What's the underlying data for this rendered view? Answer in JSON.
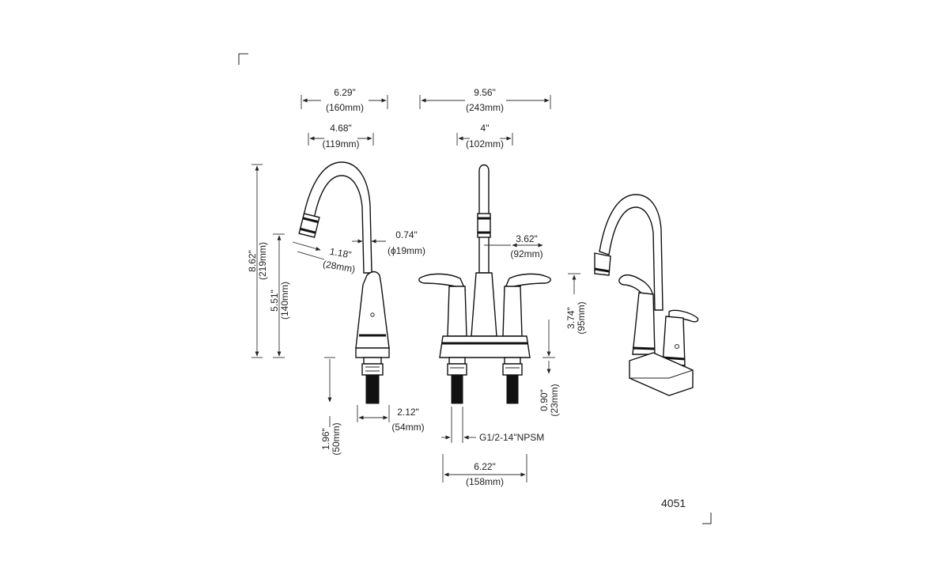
{
  "model_number": "4051",
  "side_view": {
    "overall_depth": {
      "in": "6.29\"",
      "mm": "(160mm)"
    },
    "spout_reach": {
      "in": "4.68\"",
      "mm": "(119mm)"
    },
    "overall_height": {
      "in": "8.62\"",
      "mm": "(219mm)"
    },
    "spout_height": {
      "in": "5.51\"",
      "mm": "(140mm)"
    },
    "aerator_offset": {
      "in": "1.18\"",
      "mm": "(28mm)"
    },
    "spout_diameter": {
      "in": "0.74\"",
      "mm": "(ϕ19mm)"
    },
    "shank_length": {
      "in": "1.96\"",
      "mm": "(50mm)"
    },
    "base_depth": {
      "in": "2.12\"",
      "mm": "(54mm)"
    }
  },
  "front_view": {
    "overall_width": {
      "in": "9.56\"",
      "mm": "(243mm)"
    },
    "center_spread": {
      "in": "4\"",
      "mm": "(102mm)"
    },
    "handle_reach": {
      "in": "3.62\"",
      "mm": "(92mm)"
    },
    "handle_height": {
      "in": "3.74\"",
      "mm": "(95mm)"
    },
    "base_thickness": {
      "in": "0.90\"",
      "mm": "(23mm)"
    },
    "thread_spec": "G1/2-14\"NPSM",
    "base_width": {
      "in": "6.22\"",
      "mm": "(158mm)"
    }
  }
}
